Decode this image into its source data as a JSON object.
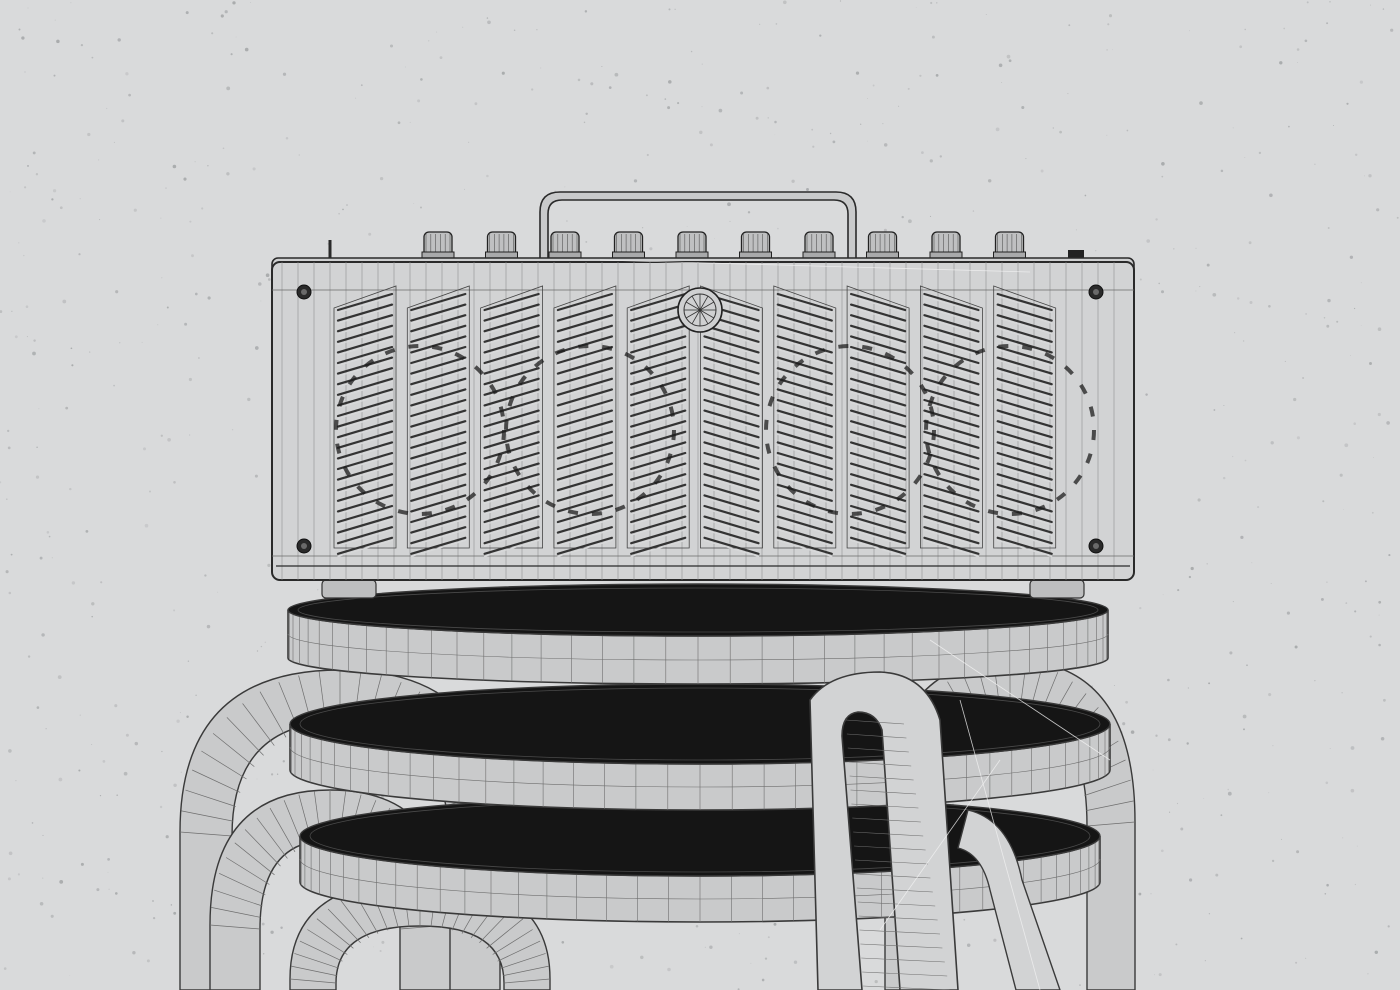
{
  "scene": {
    "subject": "amplifier-on-stacked-stools",
    "colors": {
      "background": "#d9dadb",
      "speckle": "#9a9c9e",
      "surface": "#c9cacb",
      "surface_light": "#d2d3d4",
      "line": "#3a3a3a",
      "mesh": "#6e6e6e",
      "dark": "#151515"
    },
    "amplifier": {
      "knob_count": 10,
      "screw_count": 4,
      "grille_column_count": 10
    },
    "stools": {
      "seat_count": 3
    }
  }
}
